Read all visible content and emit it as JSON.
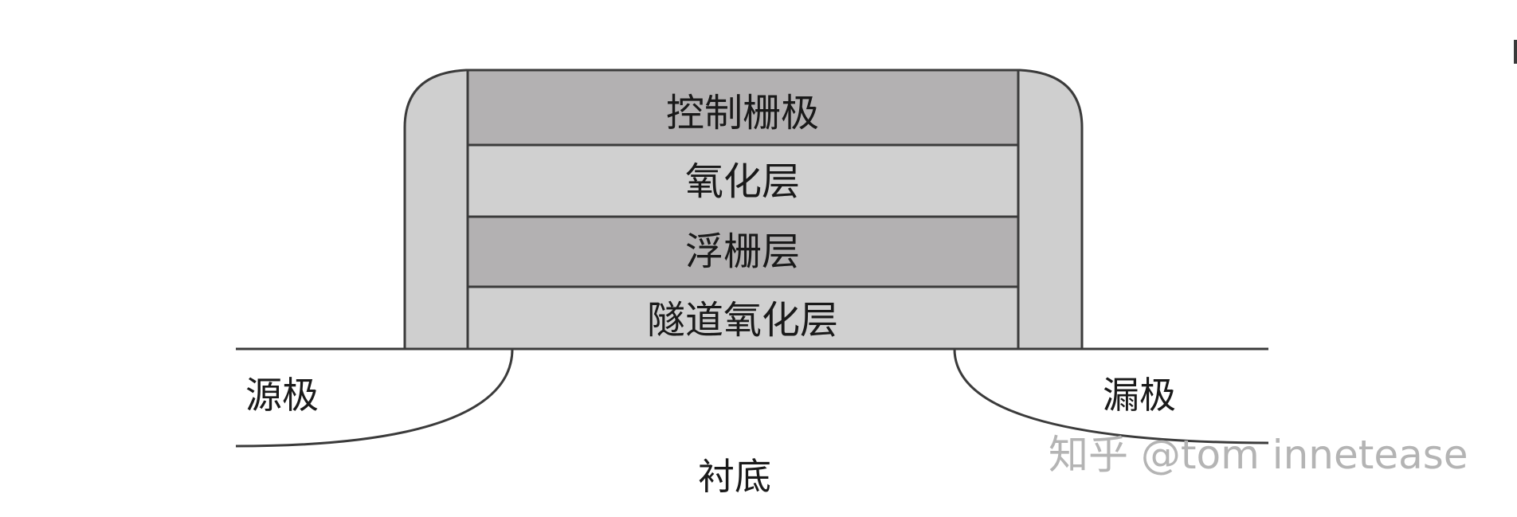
{
  "diagram": {
    "layers": [
      {
        "label": "控制栅极",
        "fill": "#b3b1b2"
      },
      {
        "label": "氧化层",
        "fill": "#d0d0d0"
      },
      {
        "label": "浮栅层",
        "fill": "#b3b1b2"
      },
      {
        "label": "隧道氧化层",
        "fill": "#d0d0d0"
      }
    ],
    "spacer_fill": "#cfcfcf",
    "stroke_color": "#3b3b3b",
    "source_label": "源极",
    "drain_label": "漏极",
    "substrate_label": "衬底"
  },
  "watermark": {
    "text": "知乎 @tom innetease",
    "color": "#b4b4b4"
  }
}
